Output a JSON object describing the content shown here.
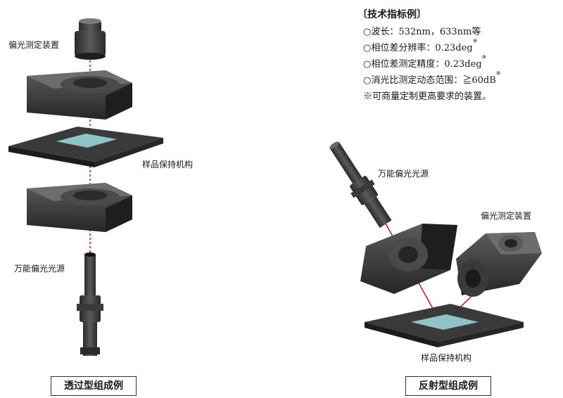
{
  "specs": {
    "title": "〔技术指标例〕",
    "items": [
      {
        "text": "○波长：532nm，633nm等",
        "note": ""
      },
      {
        "text": "○相位差分辨率：0.23deg",
        "note": "※"
      },
      {
        "text": "○相位差测定精度：0.23deg",
        "note": "※"
      },
      {
        "text": "○消光比测定动态范围：≧60dB",
        "note": "※"
      },
      {
        "text": "※可商量定制更高要求的装置。",
        "note": ""
      }
    ]
  },
  "transmission": {
    "label_measure": "偏光测定装置",
    "label_holder": "样品保持机构",
    "label_source": "万能偏光光源",
    "caption": "透过型组成例"
  },
  "reflection": {
    "label_source": "万能偏光光源",
    "label_measure": "偏光测定装置",
    "label_holder": "样品保持机构",
    "caption": "反射型组成例"
  },
  "colors": {
    "device_dark": "#2b2b2b",
    "device_mid": "#4a4a4a",
    "device_light": "#6a6a6a",
    "beam": "#b3262a",
    "sample": "#8fc3c6"
  }
}
